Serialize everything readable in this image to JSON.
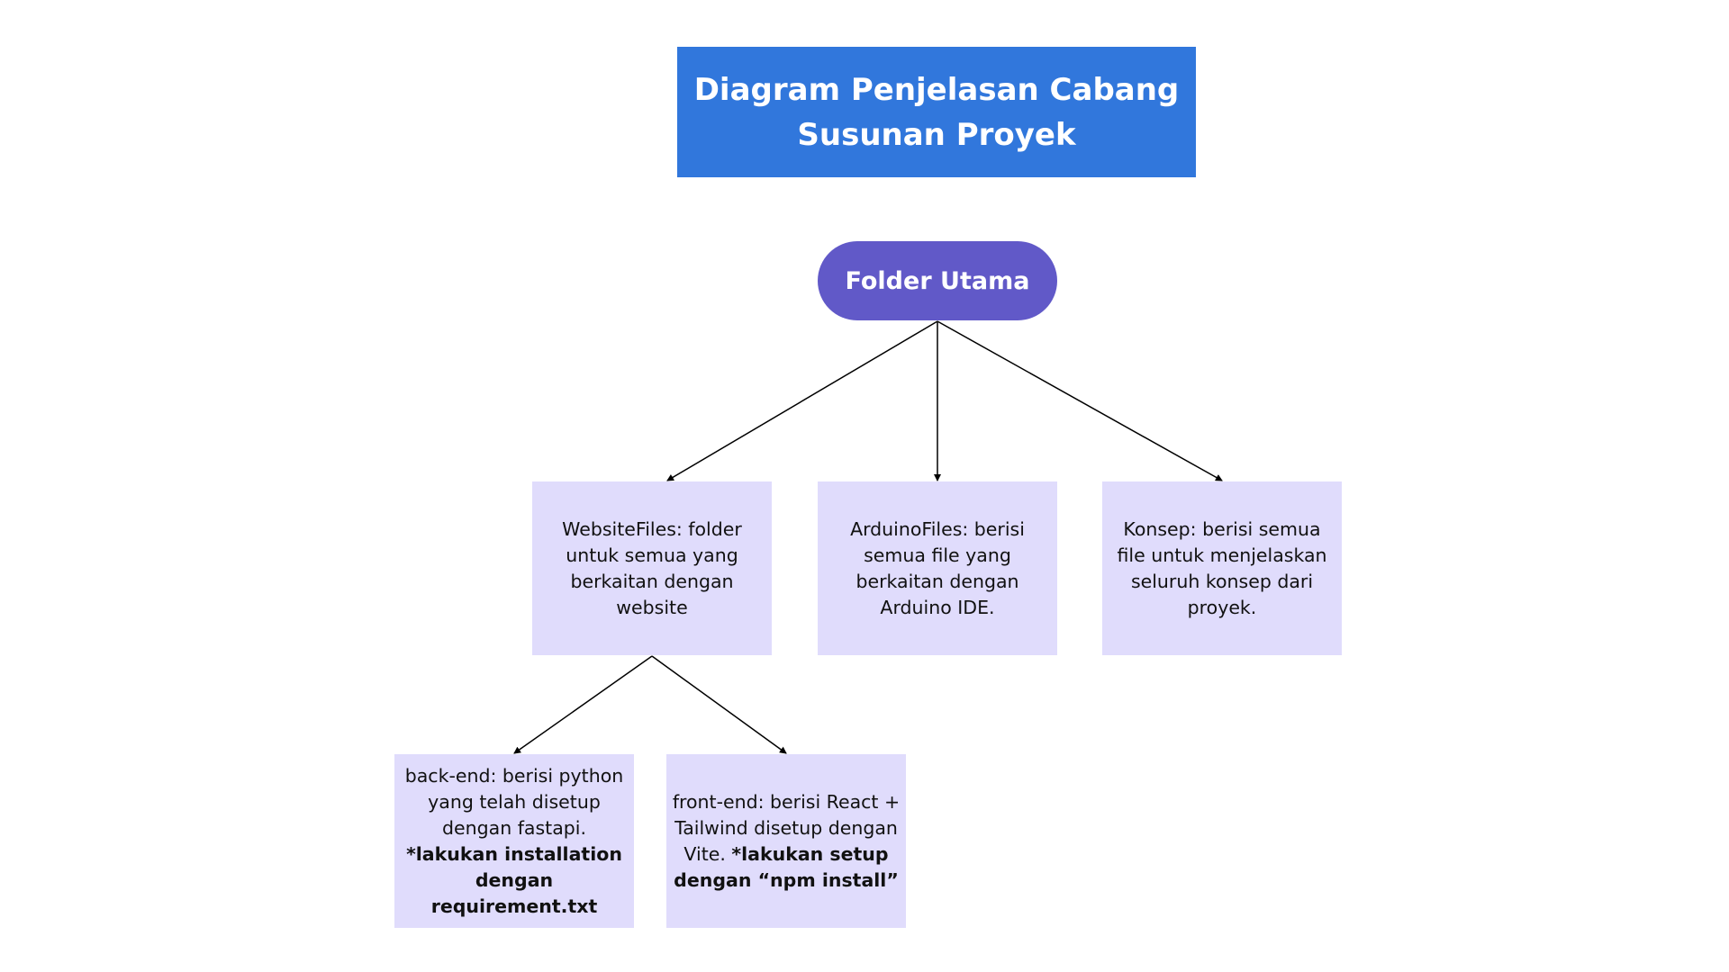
{
  "title": {
    "line1": "Diagram Penjelasan Cabang",
    "line2": "Susunan Proyek"
  },
  "root": {
    "label": "Folder Utama"
  },
  "nodes": {
    "website": {
      "text": "WebsiteFiles: folder untuk semua yang berkaitan dengan website"
    },
    "arduino": {
      "text": "ArduinoFiles: berisi semua file yang berkaitan dengan Arduino IDE."
    },
    "konsep": {
      "text": "Konsep: berisi semua file untuk menjelaskan seluruh konsep dari proyek."
    },
    "backend": {
      "text": "back-end: berisi python yang telah disetup dengan fastapi.",
      "bold": "*lakukan installation dengan requirement.txt"
    },
    "frontend": {
      "text": "front-end: berisi React + Tailwind disetup dengan Vite.",
      "bold": "*lakukan setup dengan “npm install”"
    }
  },
  "colors": {
    "title_bg": "#3177dc",
    "root_bg": "#6159c8",
    "node_bg": "#e0dcfc",
    "connector": "#000000"
  }
}
